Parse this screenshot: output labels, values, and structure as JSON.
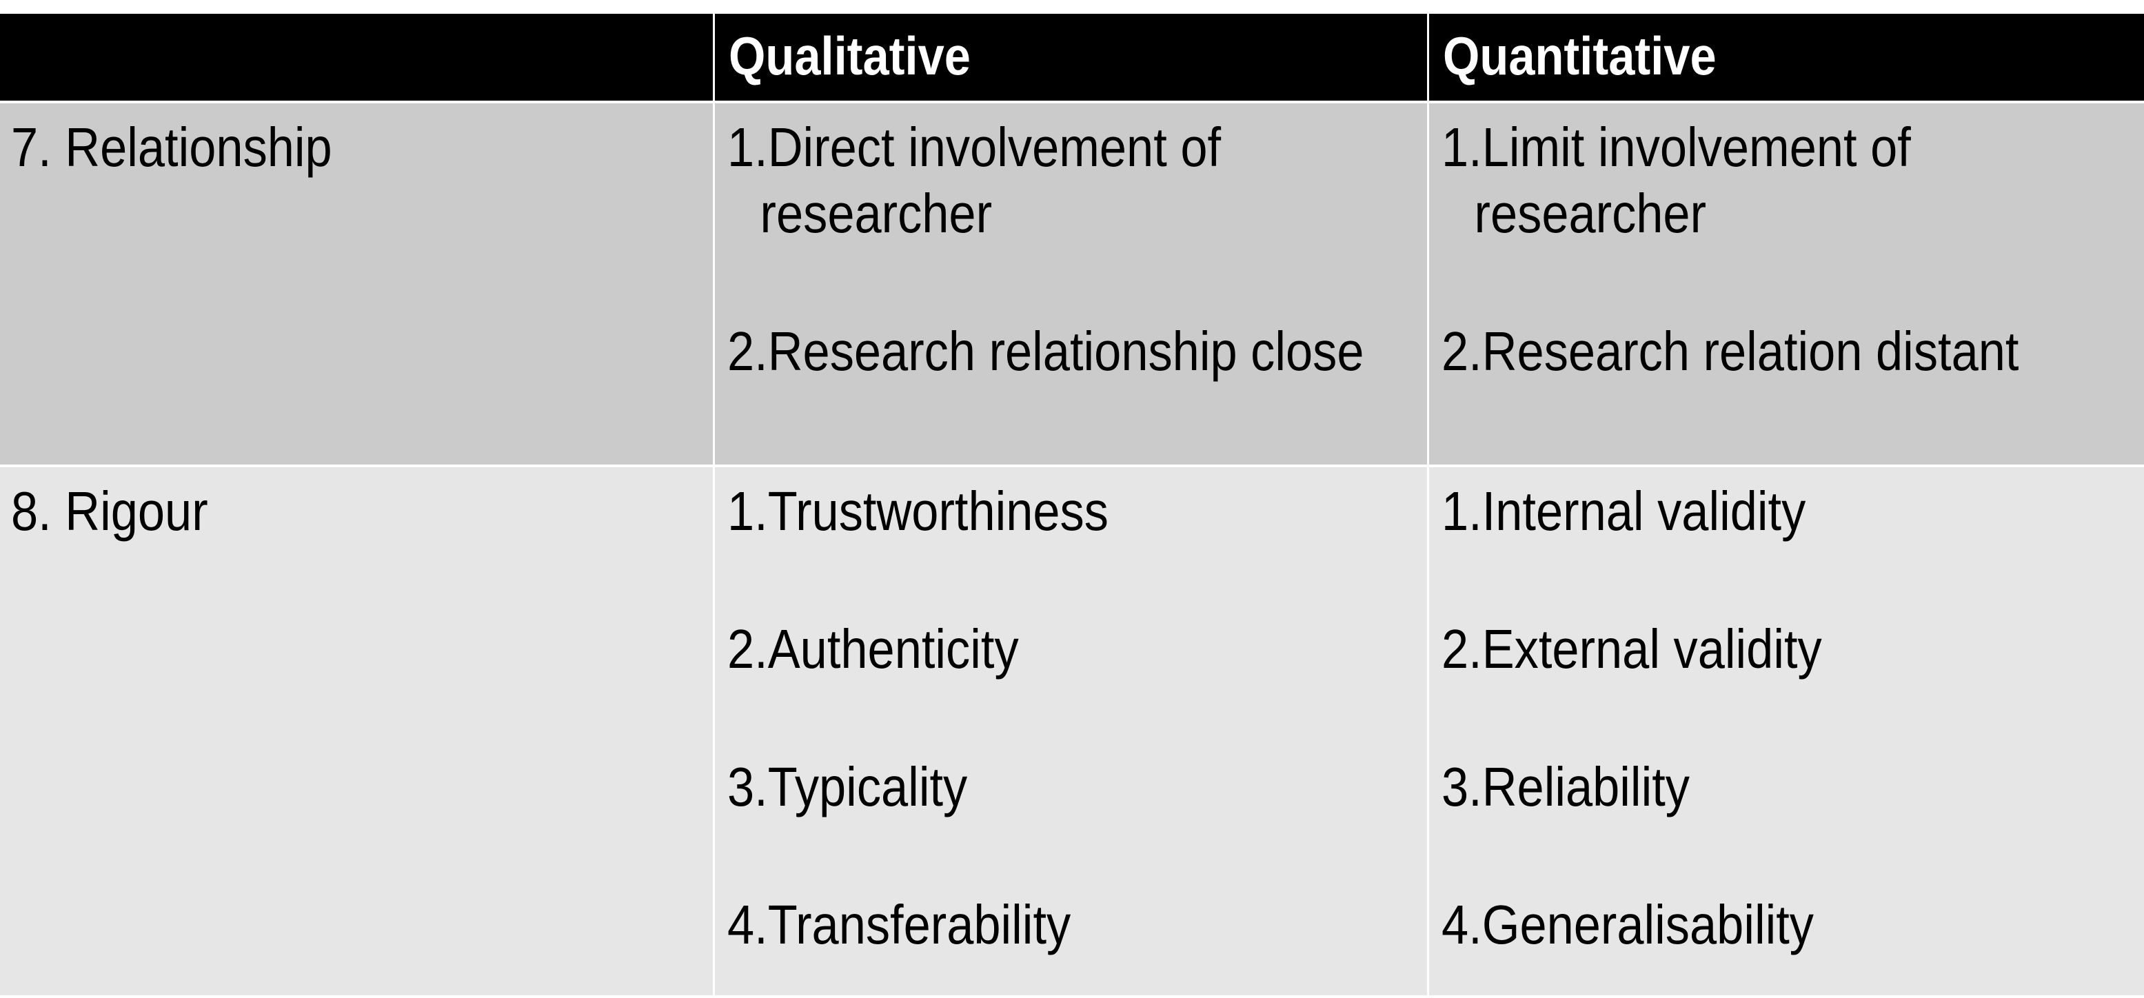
{
  "table": {
    "header": {
      "col0": "",
      "col1": "Qualitative",
      "col2": "Quantitative"
    },
    "rows": [
      {
        "label": "7. Relationship",
        "qualitative": [
          {
            "line1": "1.Direct involvement of",
            "line2": "researcher"
          },
          {
            "line1": "2.Research relationship close"
          }
        ],
        "quantitative": [
          {
            "line1": "1.Limit involvement of",
            "line2": "researcher"
          },
          {
            "line1": "2.Research relation distant"
          }
        ]
      },
      {
        "label": "8. Rigour",
        "qualitative": [
          {
            "line1": "1.Trustworthiness"
          },
          {
            "line1": "2.Authenticity"
          },
          {
            "line1": "3.Typicality"
          },
          {
            "line1": "4.Transferability"
          }
        ],
        "quantitative": [
          {
            "line1": "1.Internal validity"
          },
          {
            "line1": "2.External validity"
          },
          {
            "line1": "3.Reliability"
          },
          {
            "line1": "4.Generalisability"
          }
        ]
      }
    ]
  },
  "colors": {
    "header_bg": "#000000",
    "header_text": "#ffffff",
    "row_dark": "#cbcbcb",
    "row_light": "#e6e6e6"
  }
}
